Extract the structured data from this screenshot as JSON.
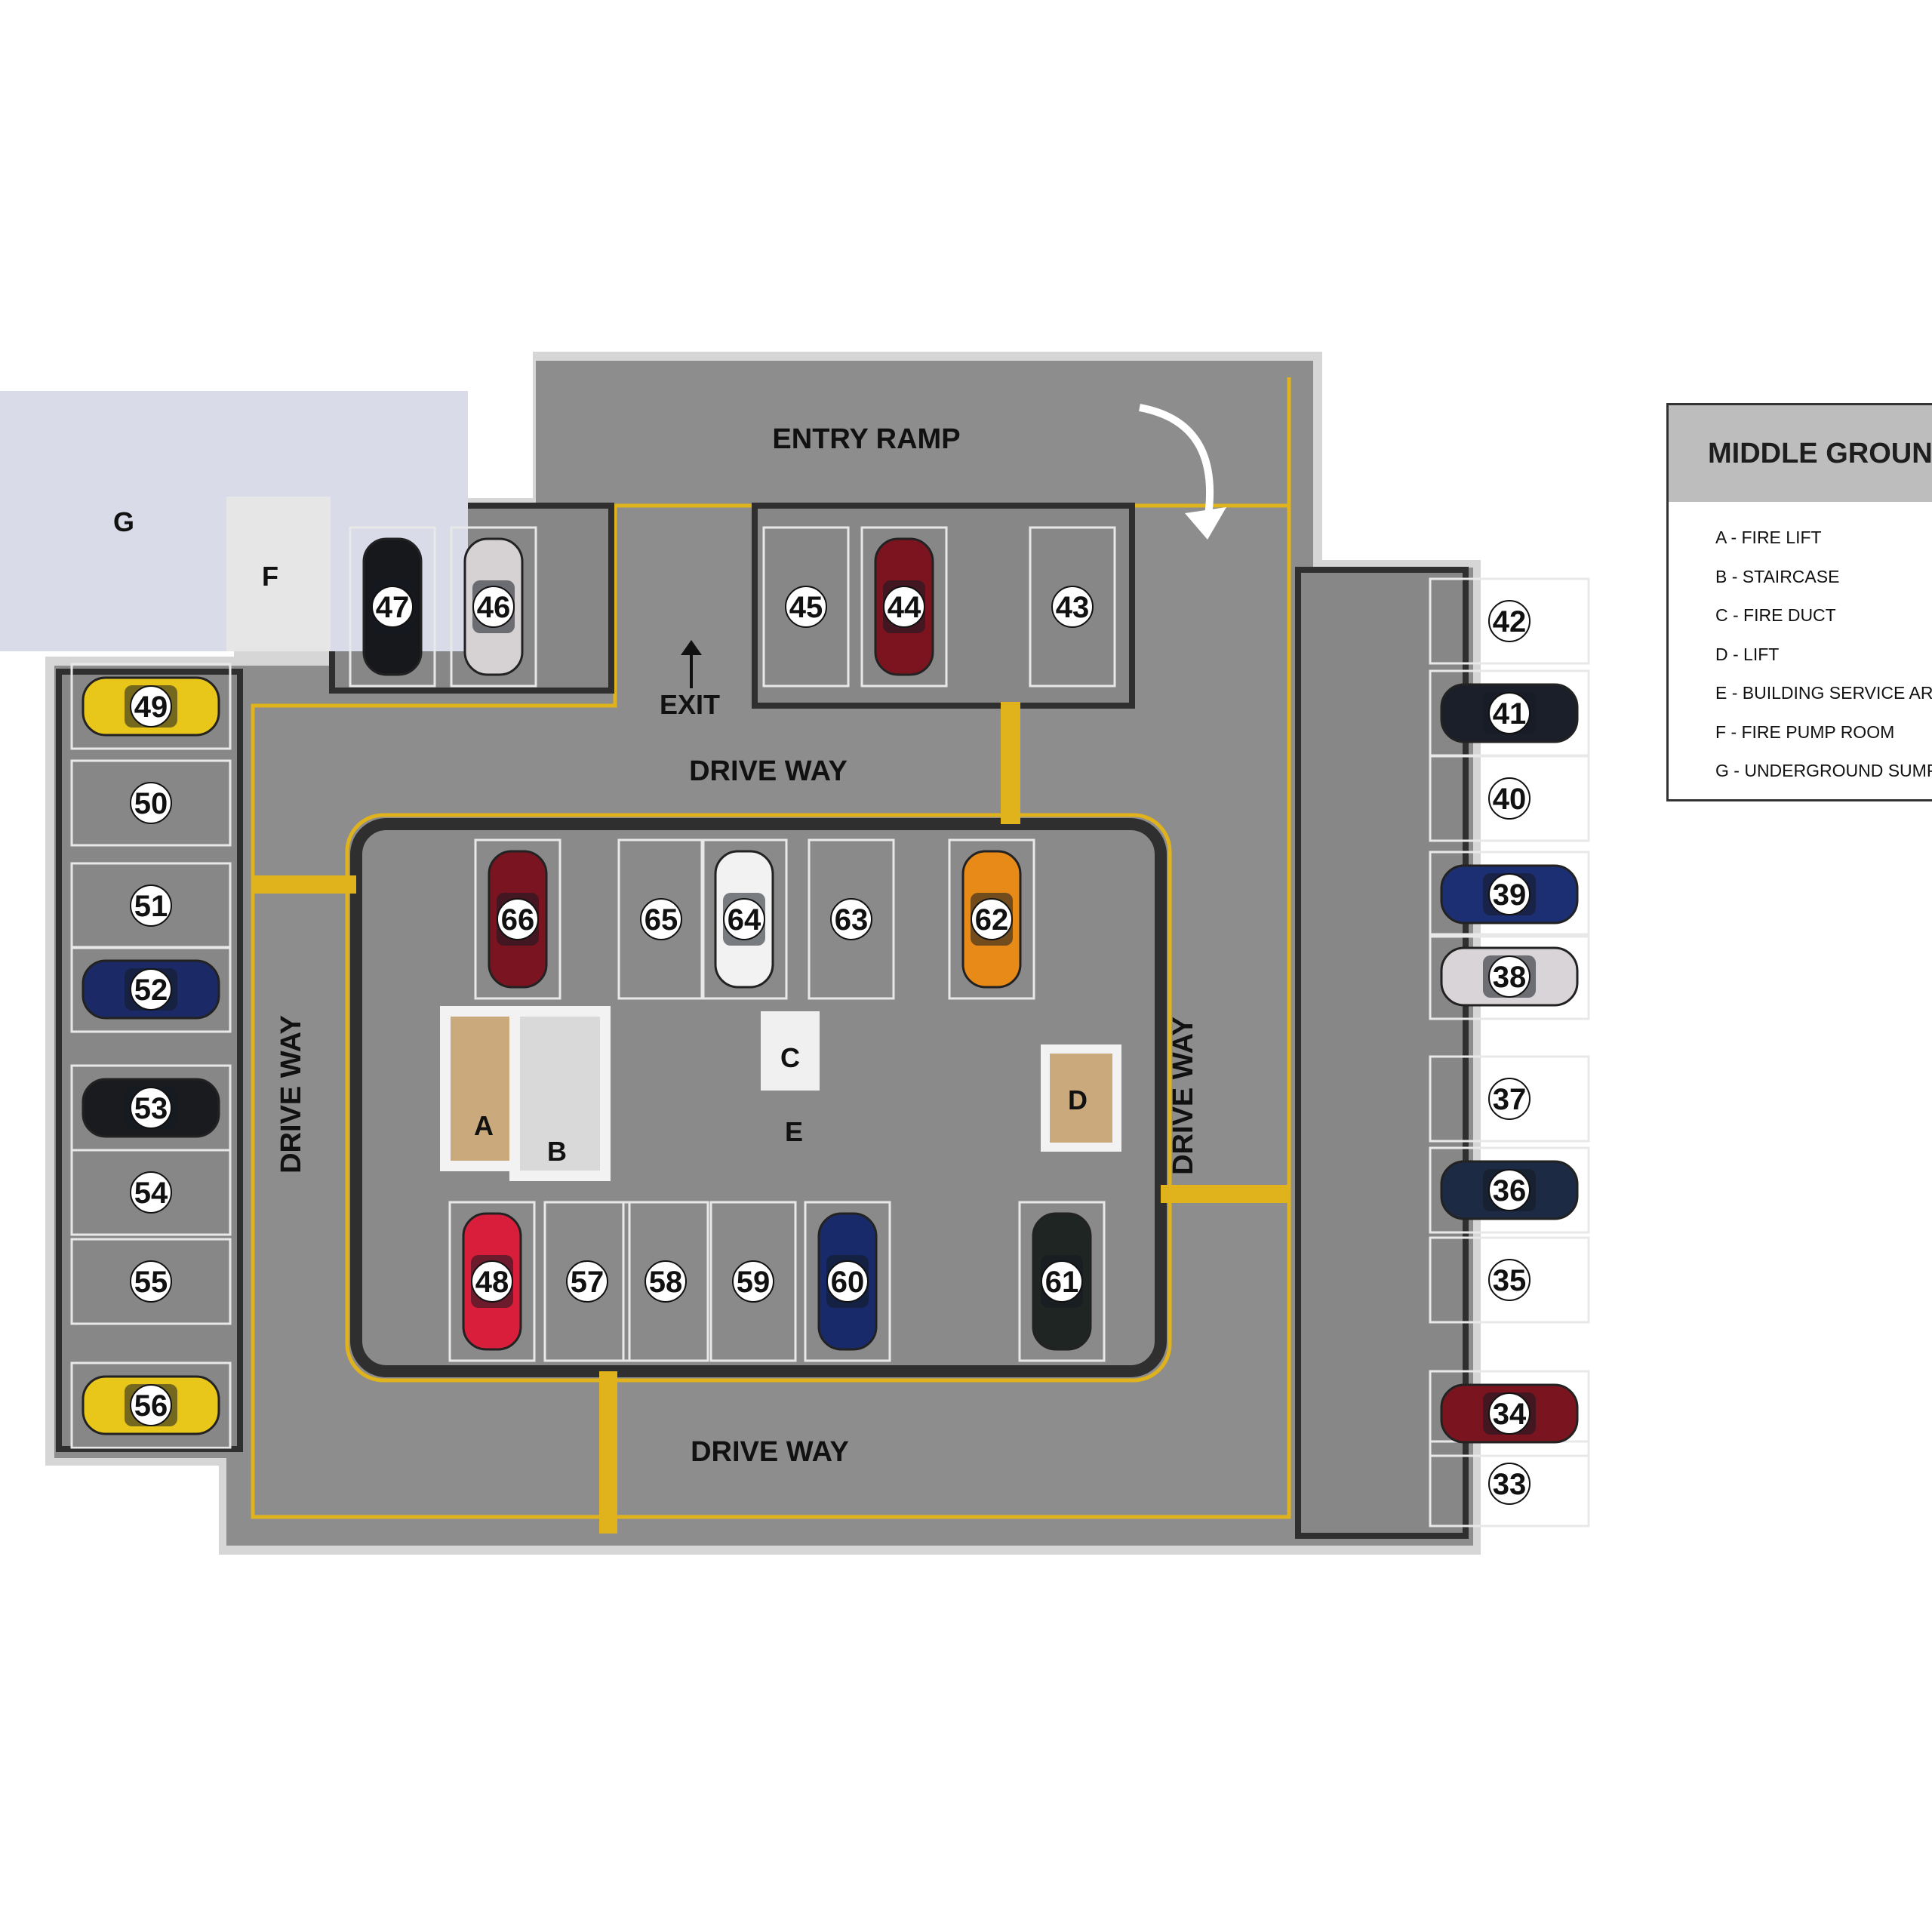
{
  "areas": {
    "entry_ramp": "ENTRY RAMP",
    "exit": "EXIT",
    "drive_way_top": "DRIVE WAY",
    "drive_way_bottom": "DRIVE WAY",
    "drive_way_left": "DRIVE WAY",
    "drive_way_right": "DRIVE WAY",
    "block_g": "G",
    "block_f": "F",
    "block_a": "A",
    "block_b": "B",
    "block_c": "C",
    "block_d": "D",
    "block_e": "E"
  },
  "legend": {
    "title": "MIDDLE GROUND",
    "items": [
      "A - FIRE LIFT",
      "B - STAIRCASE",
      "C - FIRE DUCT",
      "D - LIFT",
      "E - BUILDING SERVICE AREA",
      "F - FIRE PUMP ROOM",
      "G - UNDERGROUND SUMP"
    ]
  },
  "colors": {
    "floor": "#8d8d8d",
    "wall": "#2f2f2f",
    "lane_line": "#e0b21c",
    "slot_line": "#e8e8e8",
    "block_g": "#d9dbe9",
    "block_f": "#e6e6e6"
  },
  "spaces": [
    {
      "label": "33",
      "car": ""
    },
    {
      "label": "34",
      "car": "#7a1520"
    },
    {
      "label": "35",
      "car": ""
    },
    {
      "label": "36",
      "car": "#1c2a44"
    },
    {
      "label": "37",
      "car": ""
    },
    {
      "label": "38",
      "car": "#d8d4d8"
    },
    {
      "label": "39",
      "car": "#1d2f73"
    },
    {
      "label": "40",
      "car": ""
    },
    {
      "label": "41",
      "car": "#1b1f2a"
    },
    {
      "label": "42",
      "car": ""
    },
    {
      "label": "43",
      "car": ""
    },
    {
      "label": "44",
      "car": "#7c1420"
    },
    {
      "label": "45",
      "car": ""
    },
    {
      "label": "46",
      "car": "#d6d2d4"
    },
    {
      "label": "47",
      "car": "#17181c"
    },
    {
      "label": "48",
      "car": "#d81e3b"
    },
    {
      "label": "49",
      "car": "#e8c61a"
    },
    {
      "label": "50",
      "car": ""
    },
    {
      "label": "51",
      "car": ""
    },
    {
      "label": "52",
      "car": "#1b2a66"
    },
    {
      "label": "53",
      "car": "#1a1b1f"
    },
    {
      "label": "54",
      "car": ""
    },
    {
      "label": "55",
      "car": ""
    },
    {
      "label": "56",
      "car": "#e8c61a"
    },
    {
      "label": "57",
      "car": ""
    },
    {
      "label": "58",
      "car": ""
    },
    {
      "label": "59",
      "car": ""
    },
    {
      "label": "60",
      "car": "#182a6a"
    },
    {
      "label": "61",
      "car": "#1e2522"
    },
    {
      "label": "62",
      "car": "#e78a17"
    },
    {
      "label": "63",
      "car": ""
    },
    {
      "label": "64",
      "car": "#f2f2f2"
    },
    {
      "label": "65",
      "car": ""
    },
    {
      "label": "66",
      "car": "#7a1420"
    }
  ]
}
